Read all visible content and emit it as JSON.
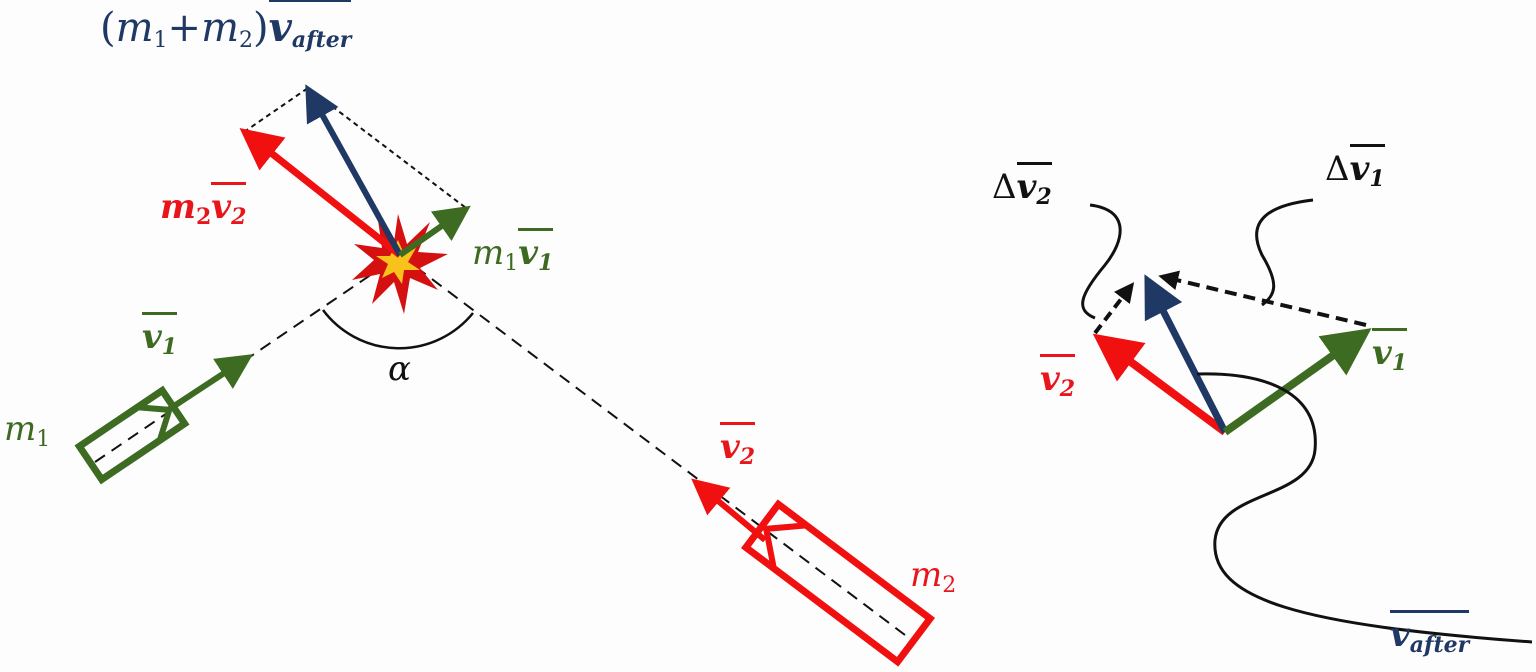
{
  "colors": {
    "blue": "#1f3864",
    "red": "#f01010",
    "green": "#3d6b22",
    "black": "#111111",
    "star_outer": "#d41010",
    "star_inner": "#f7c21a"
  },
  "left": {
    "total_momentum": {
      "open": "(",
      "m1": "m",
      "m1_sub": "1",
      "plus": "+",
      "m2": "m",
      "m2_sub": "2",
      "close": ")",
      "v": "v",
      "v_sub": "after"
    },
    "m2v2": {
      "m": "m",
      "m_sub": "2",
      "v": "v",
      "v_sub": "2"
    },
    "m1v1": {
      "m": "m",
      "m_sub": "1",
      "v": "v",
      "v_sub": "1"
    },
    "v1": {
      "v": "v",
      "v_sub": "1"
    },
    "v2": {
      "v": "v",
      "v_sub": "2"
    },
    "mass1": {
      "m": "m",
      "m_sub": "1"
    },
    "mass2": {
      "m": "m",
      "m_sub": "2"
    },
    "angle": "α"
  },
  "right": {
    "dv2": {
      "delta": "Δ",
      "v": "v",
      "v_sub": "2"
    },
    "dv1": {
      "delta": "Δ",
      "v": "v",
      "v_sub": "1"
    },
    "v1": {
      "v": "v",
      "v_sub": "1"
    },
    "v2": {
      "v": "v",
      "v_sub": "2"
    },
    "vafter": {
      "v": "v",
      "v_sub": "after"
    }
  }
}
